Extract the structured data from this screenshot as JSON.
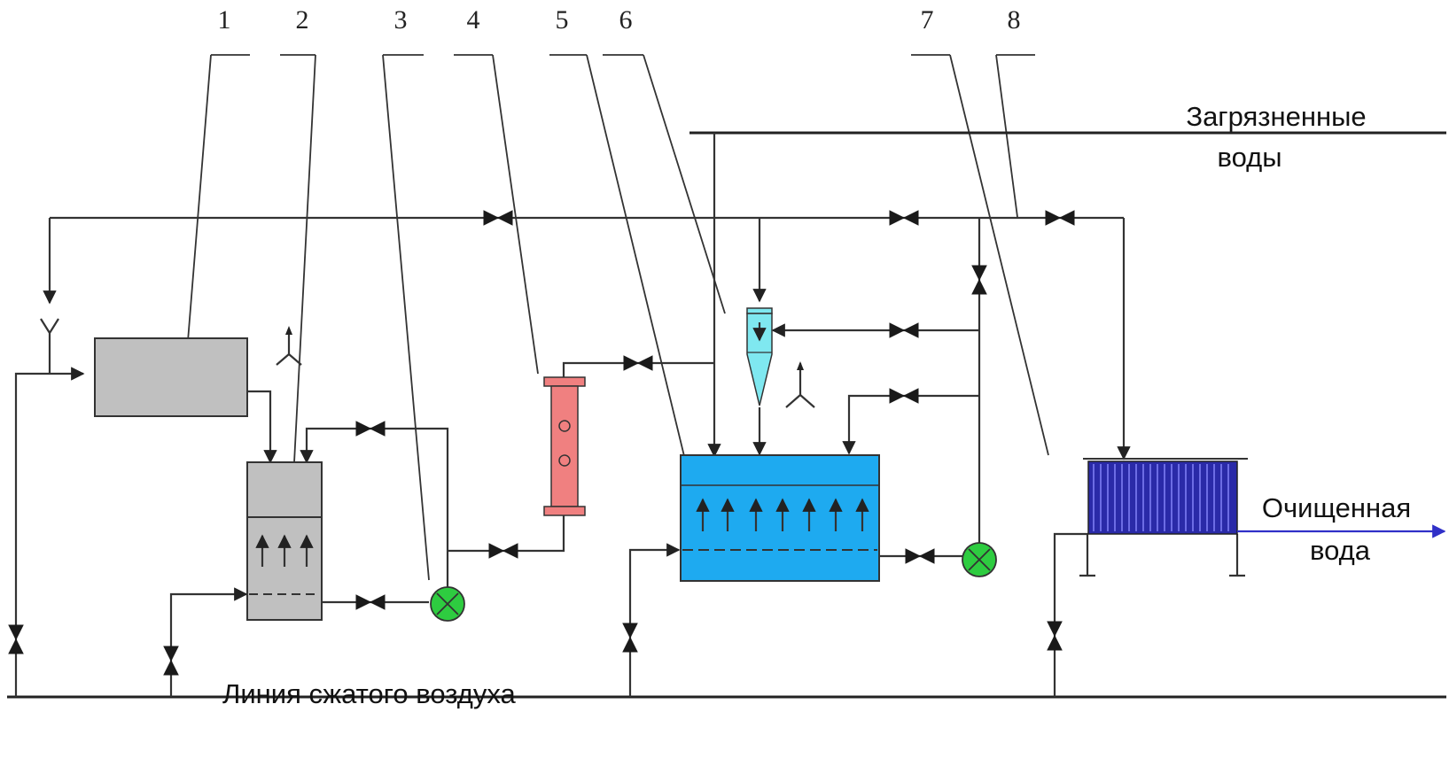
{
  "callouts": [
    "1",
    "2",
    "3",
    "4",
    "5",
    "6",
    "7",
    "8"
  ],
  "labels": {
    "dirty_water_line1": "Загрязненные",
    "dirty_water_line2": "воды",
    "clean_water_line1": "Очищенная",
    "clean_water_line2": "вода",
    "compressed_air_line": "Линия сжатого воздуха"
  },
  "colors": {
    "tank_gray": "#c0c0c0",
    "column_red": "#f08080",
    "flotator_blue": "#1eaaf0",
    "hydrocyclone_cyan": "#7fe8f0",
    "filter_navy": "#2a2aa8",
    "pump_green": "#2ecc40",
    "outlet_arrow": "#3030c8",
    "line": "#333333"
  }
}
